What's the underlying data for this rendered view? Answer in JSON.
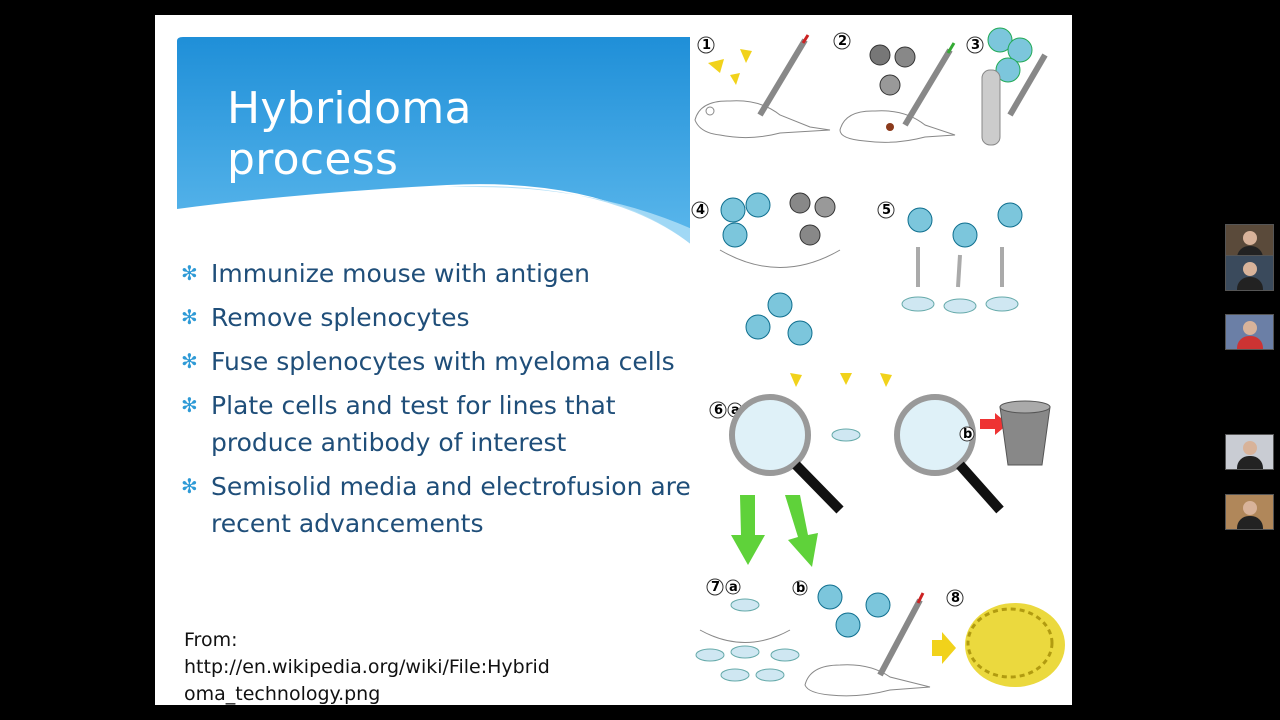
{
  "slide": {
    "title": "Hybridoma process",
    "bullets": [
      {
        "line1": "Immunize mouse with antigen",
        "line2": ""
      },
      {
        "line1": "Remove splenocytes",
        "line2": ""
      },
      {
        "line1": "Fuse splenocytes with myeloma cells",
        "line2": ""
      },
      {
        "line1": "Plate cells and test for lines that",
        "line2": "produce antibody of interest"
      },
      {
        "line1": "Semisolid media and electrofusion are",
        "line2": "recent advancements"
      }
    ],
    "source": {
      "label": "From:",
      "url_line1": "http://en.wikipedia.org/wiki/File:Hybrid",
      "url_line2": "oma_technology.png"
    },
    "diagram": {
      "steps": [
        "1",
        "2",
        "3",
        "4",
        "5",
        "6",
        "a",
        "b",
        "7",
        "a",
        "b",
        "8"
      ]
    }
  },
  "participants": [
    {
      "name": "participant-1",
      "bg": "#5a4a3a"
    },
    {
      "name": "participant-2",
      "bg": "#3a4a5c"
    },
    {
      "name": "participant-3",
      "bg": "#6b7fa6"
    },
    {
      "name": "participant-4",
      "bg": "#c9ccd3"
    },
    {
      "name": "participant-5",
      "bg": "#b0875a"
    }
  ],
  "colors": {
    "title_banner": "#2a93d5",
    "bullet_text": "#1f4e79",
    "bullet_star": "#2e9ad6"
  }
}
